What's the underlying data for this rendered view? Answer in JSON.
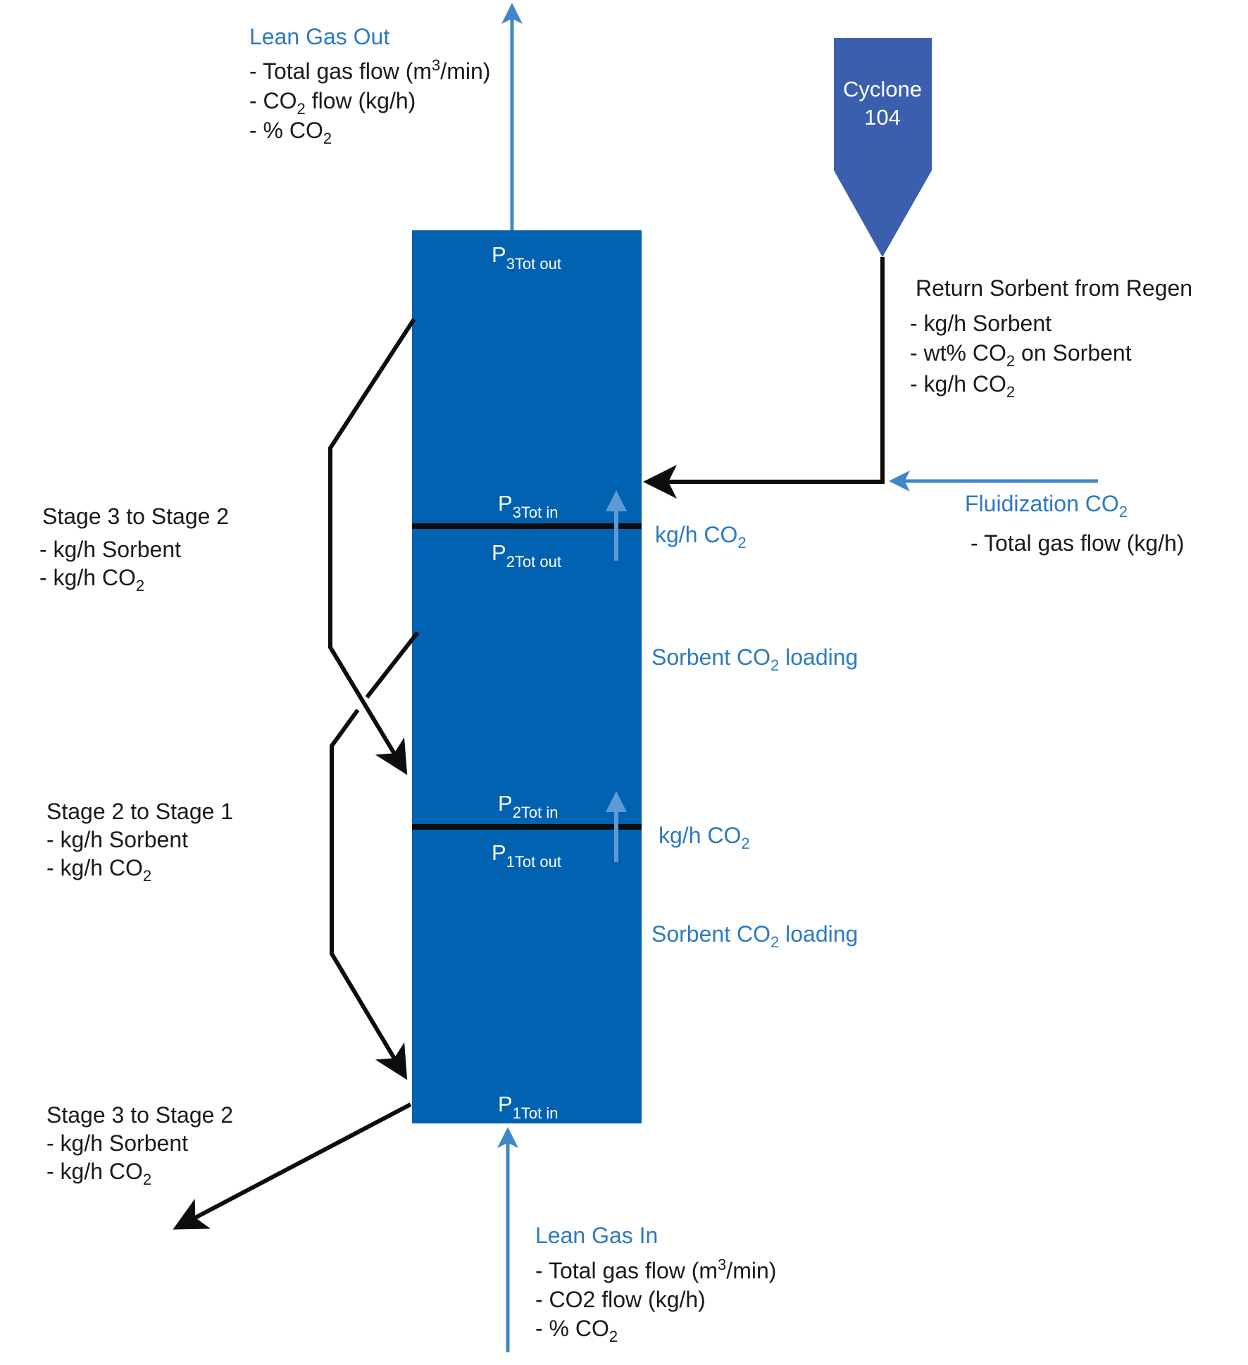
{
  "colors": {
    "column": "#0062b0",
    "cyclone": "#3b5fae",
    "label_blue": "#2b7bc0",
    "text_dark": "#1a1a1a",
    "gas_arrow": "#3f86c9",
    "internal_arrow": "#5d9ad6"
  },
  "lean_gas_out": {
    "title": "Lean Gas Out",
    "items": [
      {
        "text": "- Total gas flow (m",
        "sup": "3",
        "after": "/min)"
      },
      {
        "text": "- CO",
        "sub": "2",
        "after": " flow (kg/h)"
      },
      {
        "text": "- % CO",
        "sub": "2",
        "after": ""
      }
    ]
  },
  "cyclone": {
    "line1": "Cyclone",
    "line2": "104"
  },
  "return_sorbent": {
    "title": "Return Sorbent from Regen",
    "items": [
      {
        "text": "- kg/h Sorbent",
        "sub": "",
        "after": ""
      },
      {
        "text": "- wt% CO",
        "sub": "2",
        "after": " on Sorbent"
      },
      {
        "text": "- kg/h CO",
        "sub": "2",
        "after": ""
      }
    ]
  },
  "fluidization": {
    "title": "Fluidization CO",
    "title_sub": "2",
    "items": [
      "- Total gas flow (kg/h)"
    ]
  },
  "column_labels": {
    "p3_out": {
      "main": "P",
      "sub": "3Tot out"
    },
    "p3_in": {
      "main": "P",
      "sub": "3Tot in"
    },
    "p2_out": {
      "main": "P",
      "sub": "2Tot out"
    },
    "p2_in": {
      "main": "P",
      "sub": "2Tot in"
    },
    "p1_out": {
      "main": "P",
      "sub": "1Tot out"
    },
    "p1_in": {
      "main": "P",
      "sub": "1Tot in"
    }
  },
  "side_labels": {
    "co2_flow_upper": {
      "text": "kg/h CO",
      "sub": "2"
    },
    "co2_flow_lower": {
      "text": "kg/h CO",
      "sub": "2"
    },
    "loading_upper": {
      "text": "Sorbent CO",
      "sub": "2",
      "after": " loading"
    },
    "loading_lower": {
      "text": "Sorbent CO",
      "sub": "2",
      "after": " loading"
    }
  },
  "stage_3_to_2": {
    "title": "Stage 3 to Stage 2",
    "line1": "- kg/h Sorbent",
    "line2": "- kg/h CO",
    "line2_sub": "2"
  },
  "stage_2_to_1": {
    "title": "Stage 2 to Stage 1",
    "line1": "- kg/h Sorbent",
    "line2": "- kg/h CO",
    "line2_sub": "2"
  },
  "stage_outlet": {
    "title": "Stage 3 to Stage 2",
    "line1": "- kg/h Sorbent",
    "line2": "- kg/h CO",
    "line2_sub": "2"
  },
  "lean_gas_in": {
    "title": "Lean Gas In",
    "items": [
      {
        "text": "- Total gas flow (m",
        "sup": "3",
        "after": "/min)"
      },
      {
        "text": "- CO2 flow (kg/h)",
        "sub": "",
        "after": ""
      },
      {
        "text": "- % CO",
        "sub": "2",
        "after": ""
      }
    ]
  }
}
